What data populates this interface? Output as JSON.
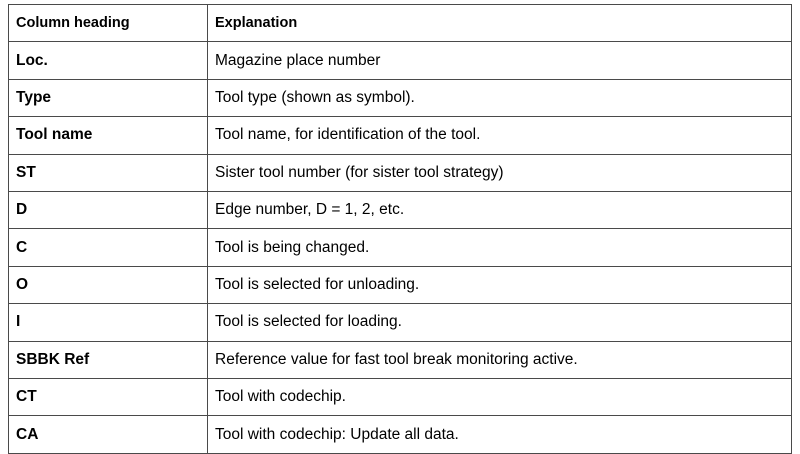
{
  "table": {
    "columns": [
      {
        "key": "heading",
        "label": "Column heading"
      },
      {
        "key": "explanation",
        "label": "Explanation"
      }
    ],
    "rows": [
      {
        "heading": "Loc.",
        "explanation": "Magazine place number"
      },
      {
        "heading": "Type",
        "explanation": "Tool type (shown as symbol)."
      },
      {
        "heading": "Tool name",
        "explanation": "Tool name, for identification of the tool."
      },
      {
        "heading": "ST",
        "explanation": "Sister tool number (for sister tool strategy)"
      },
      {
        "heading": "D",
        "explanation": "Edge number, D = 1, 2, etc."
      },
      {
        "heading": "C",
        "explanation": "Tool is being changed."
      },
      {
        "heading": "O",
        "explanation": "Tool is selected for unloading."
      },
      {
        "heading": "I",
        "explanation": "Tool is selected for loading."
      },
      {
        "heading": "SBBK Ref",
        "explanation": "Reference value for fast tool break monitoring active."
      },
      {
        "heading": "CT",
        "explanation": "Tool with codechip."
      },
      {
        "heading": "CA",
        "explanation": "Tool with codechip: Update all data."
      }
    ]
  },
  "colors": {
    "border": "#4a4a4a",
    "background": "#ffffff",
    "text": "#000000"
  }
}
